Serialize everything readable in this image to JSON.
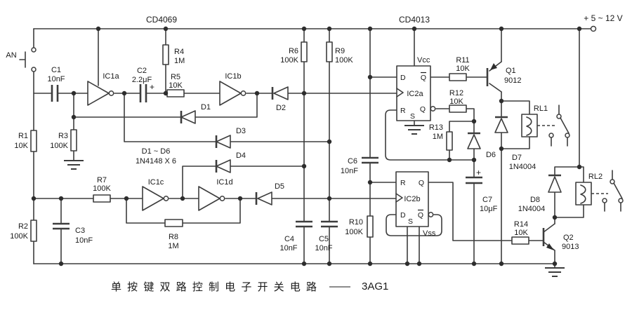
{
  "power_label": "+ 5 ~ 12 V",
  "chips": {
    "cd4069": "CD4069",
    "cd4013": "CD4013"
  },
  "button": {
    "label": "AN"
  },
  "note": {
    "line1": "D1 ~ D6",
    "line2": "1N4148  X 6"
  },
  "caption": {
    "text": "单 按 键 双 路 控 制 电 子 开 关 电 路",
    "dash": "——",
    "model": "3AG1"
  },
  "gates": {
    "ic1a": "IC1a",
    "ic1b": "IC1b",
    "ic1c": "IC1c",
    "ic1d": "IC1d"
  },
  "flipflops": {
    "ic2a": {
      "name": "IC2a",
      "d": "D",
      "r": "R",
      "s": "S",
      "q": "Q",
      "qb": "Q",
      "vcc": "Vcc"
    },
    "ic2b": {
      "name": "IC2b",
      "d": "D",
      "r": "R",
      "s": "S",
      "q": "Q",
      "qb": "Q",
      "vss": "Vss"
    }
  },
  "components": {
    "c1": {
      "ref": "C1",
      "val": "10nF"
    },
    "c2": {
      "ref": "C2",
      "val": "2.2μF",
      "plus": "+"
    },
    "c3": {
      "ref": "C3",
      "val": "10nF"
    },
    "c4": {
      "ref": "C4",
      "val": "10nF"
    },
    "c5": {
      "ref": "C5",
      "val": "10nF"
    },
    "c6": {
      "ref": "C6",
      "val": "10nF"
    },
    "c7": {
      "ref": "C7",
      "val": "10μF",
      "plus": "+"
    },
    "r1": {
      "ref": "R1",
      "val": "10K"
    },
    "r2": {
      "ref": "R2",
      "val": "100K"
    },
    "r3": {
      "ref": "R3",
      "val": "100K"
    },
    "r4": {
      "ref": "R4",
      "val": "1M"
    },
    "r5": {
      "ref": "R5",
      "val": "10K"
    },
    "r6": {
      "ref": "R6",
      "val": "100K"
    },
    "r7": {
      "ref": "R7",
      "val": "100K"
    },
    "r8": {
      "ref": "R8",
      "val": "1M"
    },
    "r9": {
      "ref": "R9",
      "val": "100K"
    },
    "r10": {
      "ref": "R10",
      "val": "100K"
    },
    "r11": {
      "ref": "R11",
      "val": "10K"
    },
    "r12": {
      "ref": "R12",
      "val": "10K"
    },
    "r13": {
      "ref": "R13",
      "val": "1M"
    },
    "r14": {
      "ref": "R14",
      "val": "10K"
    },
    "d1": {
      "ref": "D1"
    },
    "d2": {
      "ref": "D2"
    },
    "d3": {
      "ref": "D3"
    },
    "d4": {
      "ref": "D4"
    },
    "d5": {
      "ref": "D5"
    },
    "d6": {
      "ref": "D6"
    },
    "d7": {
      "ref": "D7",
      "val": "1N4004"
    },
    "d8": {
      "ref": "D8",
      "val": "1N4004"
    },
    "q1": {
      "ref": "Q1",
      "val": "9012"
    },
    "q2": {
      "ref": "Q2",
      "val": "9013"
    },
    "rl1": {
      "ref": "RL1"
    },
    "rl2": {
      "ref": "RL2"
    }
  },
  "colors": {
    "wire": "#3d3d3d",
    "text": "#1a1a1a",
    "background": "#ffffff"
  }
}
